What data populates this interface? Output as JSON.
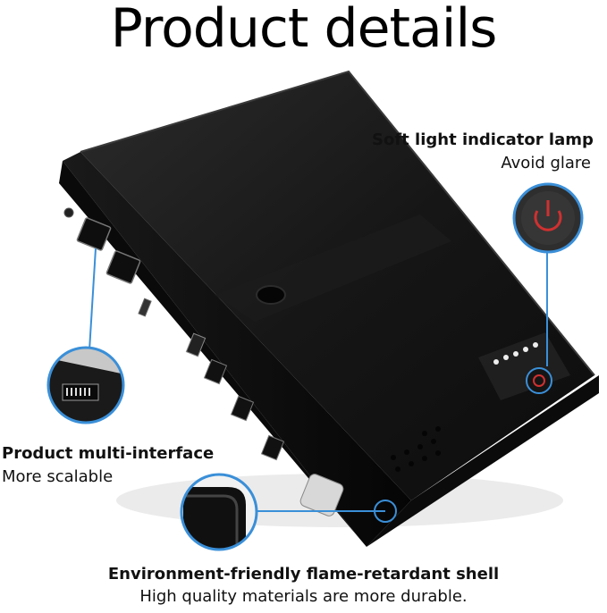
{
  "page": {
    "title": "Product details"
  },
  "features": {
    "indicator": {
      "title": "Soft light indicator lamp",
      "subtitle": "Avoid glare",
      "icon": "power-icon"
    },
    "interface": {
      "title": "Product multi-interface",
      "subtitle": "More scalable",
      "icon": "ethernet-port-icon"
    },
    "shell": {
      "title": "Environment-friendly flame-retardant shell",
      "subtitle": "High quality materials are more durable.",
      "icon": "shell-corner-icon"
    }
  },
  "colors": {
    "device_body": "#111111",
    "callout_ring": "#3a8fd8",
    "indicator_red": "#d03030",
    "background": "#ffffff"
  }
}
